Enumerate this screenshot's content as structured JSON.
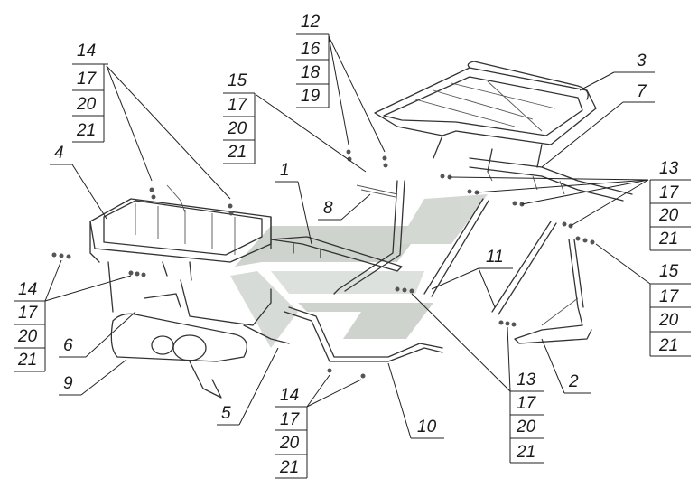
{
  "callouts": {
    "c14_tl": [
      "14",
      "17",
      "20",
      "21"
    ],
    "c12": [
      "12",
      "16",
      "18",
      "19"
    ],
    "c15_top": [
      "15",
      "17",
      "20",
      "21"
    ],
    "c3": "3",
    "c7": "7",
    "c4": "4",
    "c1": "1",
    "c8": "8",
    "c13_right": [
      "13",
      "17",
      "20",
      "21"
    ],
    "c15_right": [
      "15",
      "17",
      "20",
      "21"
    ],
    "c14_left": [
      "14",
      "17",
      "20",
      "21"
    ],
    "c6": "6",
    "c9": "9",
    "c11": "11",
    "c5": "5",
    "c2": "2",
    "c14_bottom": [
      "14",
      "17",
      "20",
      "21"
    ],
    "c10": "10",
    "c13_bottom": [
      "13",
      "17",
      "20",
      "21"
    ]
  },
  "watermark": {
    "color": "#9aa49a",
    "icon": "stylized-logo"
  }
}
